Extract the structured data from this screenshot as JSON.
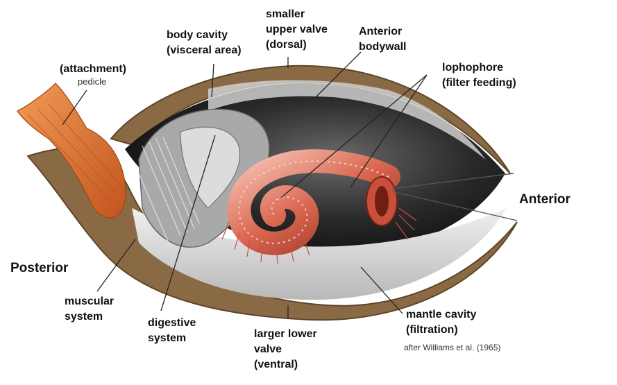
{
  "labels": {
    "smaller_upper_valve": "smaller\nupper valve\n(dorsal)",
    "body_cavity": "body cavity\n(visceral area)",
    "anterior_bodywall": "Anterior\nbodywall",
    "attachment": "(attachment)",
    "pedicle": "pedicle",
    "lophophore": "lophophore\n(filter feeding)",
    "anterior": "Anterior",
    "posterior": "Posterior",
    "muscular_system": "muscular\nsystem",
    "digestive_system": "digestive\nsystem",
    "larger_lower_valve": "larger lower\nvalve\n(ventral)",
    "mantle_cavity": "mantle cavity\n(filtration)",
    "credit": "after Williams et al. (1965)"
  },
  "colors": {
    "shell": "#8a6a45",
    "shell_dark": "#5e4527",
    "interior_dark": "#222222",
    "interior_light": "#d9d9d9",
    "lophophore": "#c94f3c",
    "lophophore_light": "#f3b3a0",
    "pedicle": "#e07a3a"
  }
}
